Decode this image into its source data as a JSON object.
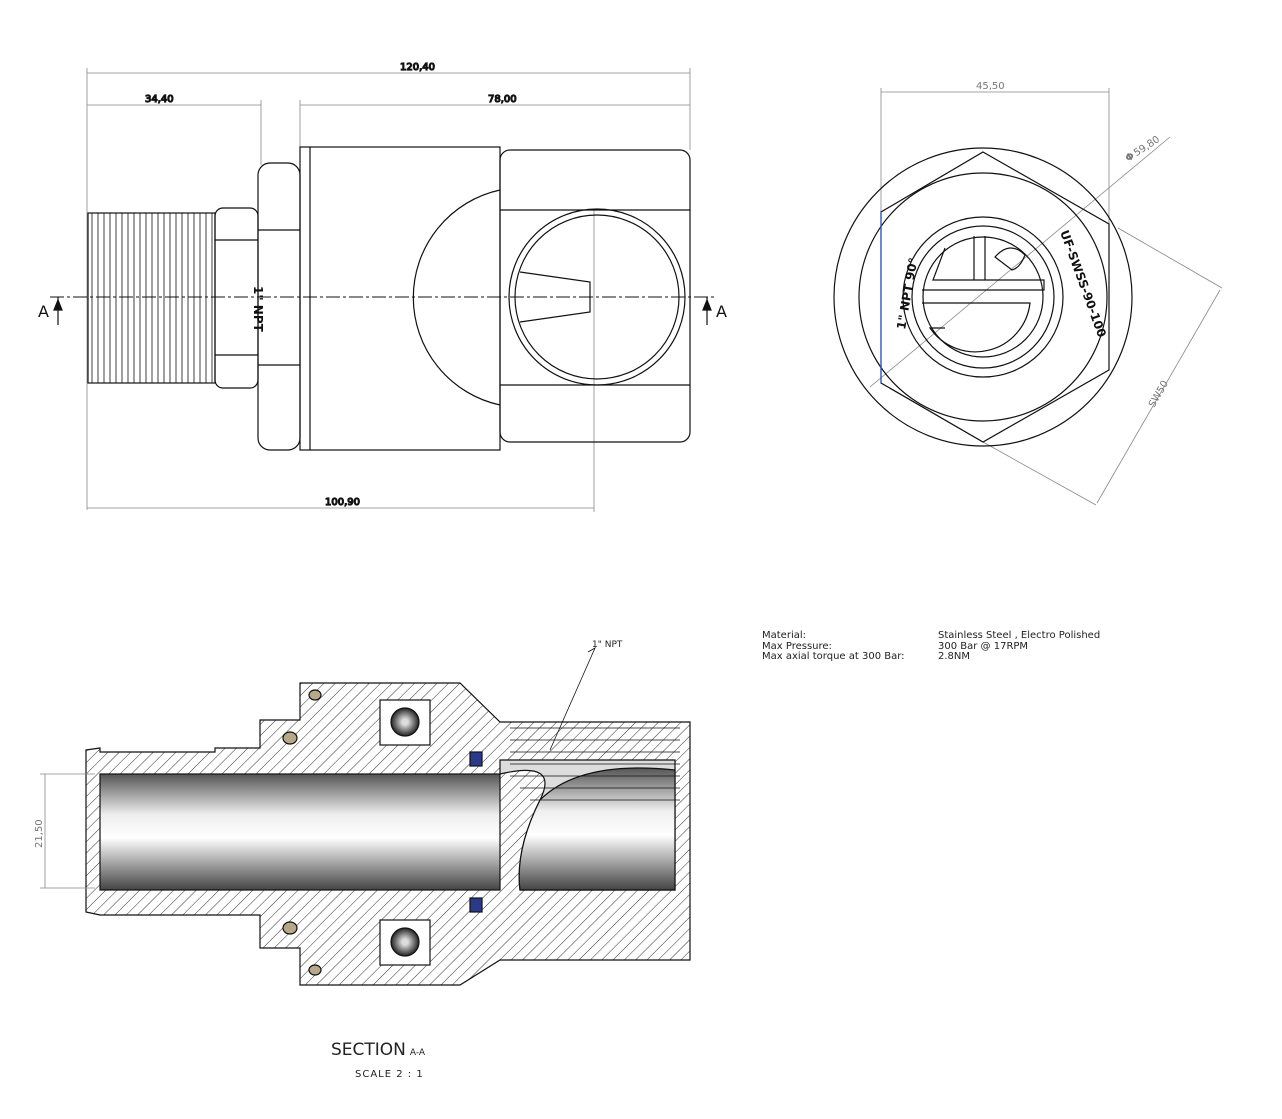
{
  "dimensions": {
    "overall_length": "120,40",
    "thread_length": "34,40",
    "body_length": "78,00",
    "to_center": "100,90",
    "flat_width": "45,50",
    "diameter": "59,80",
    "diameter_symbol": "Φ",
    "hex_size": "SW50",
    "bore": "21,50"
  },
  "labels": {
    "section_marker_left": "A",
    "section_marker_right": "A",
    "thread_label": "1\" NPT",
    "end_face_left": "1\" NPT 90°",
    "end_face_right": "UF-SWSS-90-100",
    "section_thread_callout": "1\" NPT"
  },
  "notes": [
    {
      "key": "Material:",
      "value": "Stainless Steel , Electro Polished"
    },
    {
      "key": "Max Pressure:",
      "value": "300 Bar @ 17RPM"
    },
    {
      "key": "Max axial torque at 300 Bar:",
      "value": "2.8NM"
    }
  ],
  "section": {
    "title": "SECTION",
    "id": "A-A",
    "scale": "SCALE 2 : 1"
  },
  "colors": {
    "line": "#111111",
    "dim": "#777777",
    "seal": "#2a3a8a",
    "oring": "#b8a88a"
  }
}
